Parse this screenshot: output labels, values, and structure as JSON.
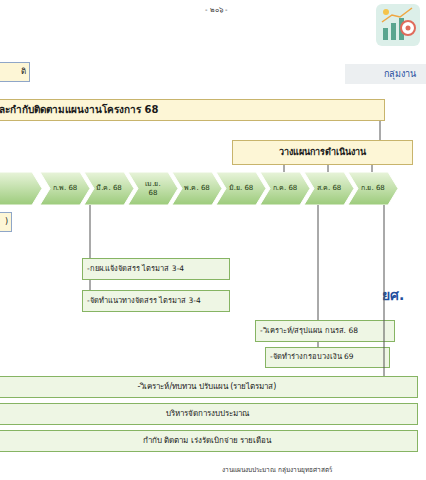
{
  "diagram": {
    "nodes": [
      {
        "text": [
          "ติ"
        ]
      },
      {
        "text": [
          "กลุ่มงาน"
        ]
      },
      {
        "text": [
          "ละกำกับติดตามแผนงานโครงการ 68"
        ]
      },
      {
        "text": [
          "วางแผนการดำเนินงาน"
        ]
      },
      {
        "text": [
          "ก.พ. 68"
        ]
      },
      {
        "text": [
          "มี.ค. 68"
        ]
      },
      {
        "text": [
          "เม.ย. 68"
        ]
      },
      {
        "text": [
          "พ.ค. 68"
        ]
      },
      {
        "text": [
          "มิ.ย. 68"
        ]
      },
      {
        "text": [
          "ก.ค. 68"
        ]
      },
      {
        "text": [
          "ส.ค. 68"
        ]
      },
      {
        "text": [
          "ก.ย. 68"
        ]
      },
      {
        "text": [
          ")"
        ]
      },
      {
        "text": [
          "-กยผ.แจ้งจัดสรร ไตรมาส 3-4"
        ]
      },
      {
        "text": [
          "-จัดทำแนวทางจัดสรร ไตรมาส 3-4"
        ]
      },
      {
        "text": [
          "-วิเคราะห์/สรุปแผน กนรส. 68"
        ]
      },
      {
        "text": [
          "-จัดทำร่างกรอบวงเงิน 69"
        ]
      },
      {
        "text": [
          "-วิเคราะห์/ทบทวน ปรับแผน (รายไตรมาส)"
        ]
      },
      {
        "text": [
          "บริหารจัดการงบประมาณ"
        ]
      },
      {
        "text": [
          "กำกับ ติดตาม เร่งรัดเบิกจ่าย รายเดือน"
        ]
      }
    ],
    "edges": [
      {
        "from": 2,
        "to": 3,
        "arrow": "none"
      },
      {
        "from": 3,
        "to": 9,
        "arrow": "none"
      },
      {
        "from": 3,
        "to": 10,
        "arrow": "none"
      },
      {
        "from": 3,
        "to": 11,
        "arrow": "none"
      },
      {
        "from": 5,
        "to": 13,
        "arrow": "none"
      },
      {
        "from": 13,
        "to": 14,
        "arrow": "none"
      },
      {
        "from": 10,
        "to": 15,
        "arrow": "none"
      },
      {
        "from": 15,
        "to": 16,
        "arrow": "none"
      },
      {
        "from": 11,
        "to": 17,
        "arrow": "none"
      }
    ],
    "labels": [
      "- ๒๐๖ -",
      "ยศ.",
      "งานแผนงบประมาณ กลุ่มงานยุทธศาสตร์"
    ]
  }
}
